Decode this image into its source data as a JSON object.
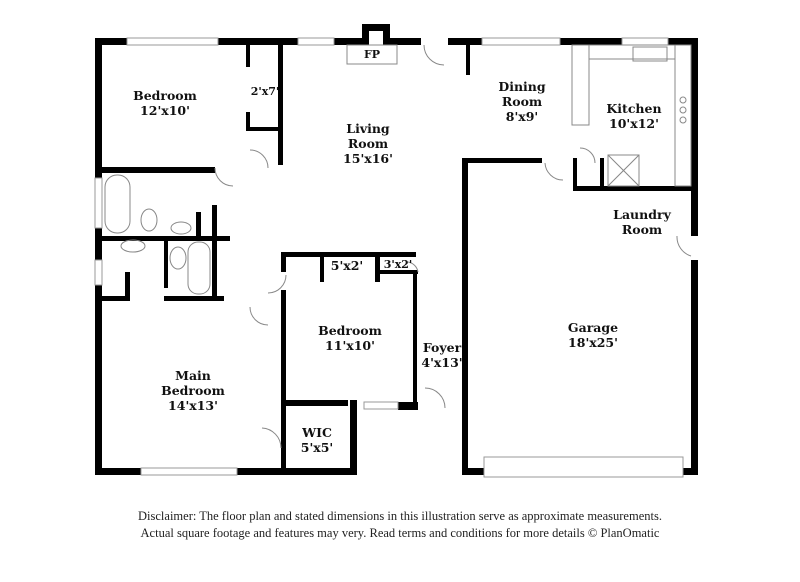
{
  "floor_plan": {
    "rooms": [
      {
        "id": "bedroom-nw",
        "name": "Bedroom",
        "dimensions": "12'x10'"
      },
      {
        "id": "closet-nw",
        "name": "",
        "dimensions": "2'x7'"
      },
      {
        "id": "fireplace",
        "name": "FP",
        "dimensions": ""
      },
      {
        "id": "living-room",
        "name": "Living Room",
        "name_lines": [
          "Living",
          "Room"
        ],
        "dimensions": "15'x16'"
      },
      {
        "id": "dining-room",
        "name": "Dining Room",
        "name_lines": [
          "Dining",
          "Room"
        ],
        "dimensions": "8'x9'"
      },
      {
        "id": "kitchen",
        "name": "Kitchen",
        "dimensions": "10'x12'"
      },
      {
        "id": "laundry-room",
        "name": "Laundry Room",
        "name_lines": [
          "Laundry",
          "Room"
        ],
        "dimensions": ""
      },
      {
        "id": "closet-hall",
        "name": "",
        "dimensions": "5'x2'"
      },
      {
        "id": "closet-foyer",
        "name": "",
        "dimensions": "3'x2'"
      },
      {
        "id": "bedroom-center",
        "name": "Bedroom",
        "dimensions": "11'x10'"
      },
      {
        "id": "foyer",
        "name": "Foyer",
        "dimensions": "4'x13'"
      },
      {
        "id": "garage",
        "name": "Garage",
        "dimensions": "18'x25'"
      },
      {
        "id": "main-bedroom",
        "name": "Main Bedroom",
        "name_lines": [
          "Main",
          "Bedroom"
        ],
        "dimensions": "14'x13'"
      },
      {
        "id": "wic",
        "name": "WIC",
        "dimensions": "5'x5'"
      }
    ]
  },
  "disclaimer": {
    "line1": "Disclaimer: The floor plan and stated dimensions in this illustration serve as approximate measurements.",
    "line2": "Actual square footage and features may very. Read terms and conditions for more details © PlanOmatic"
  }
}
